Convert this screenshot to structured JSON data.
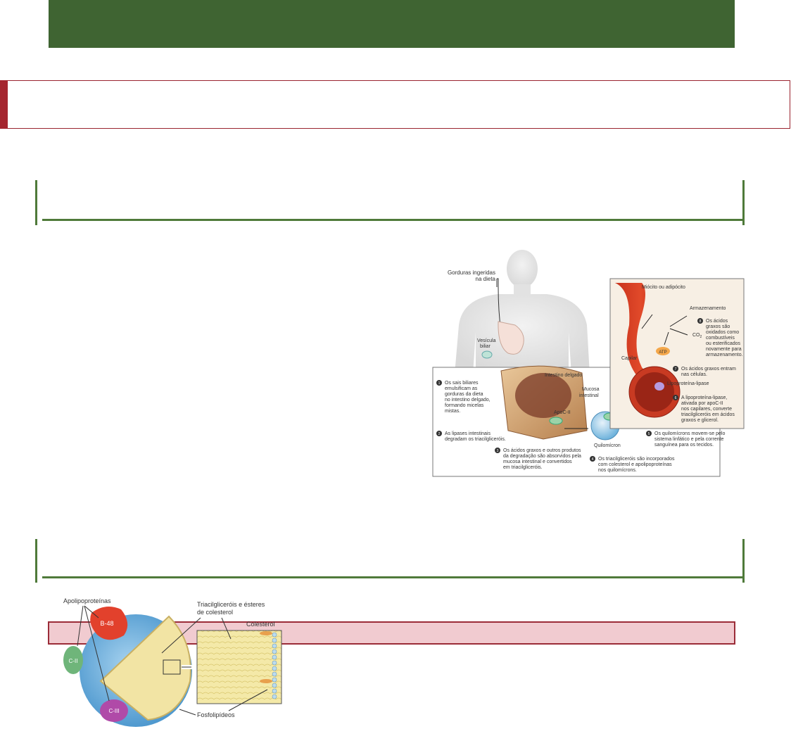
{
  "fig1": {
    "human_label_1": "Gorduras ingeridas",
    "human_label_2": "na dieta",
    "vesicula_1": "Vesícula",
    "vesicula_2": "biliar",
    "miocito": "Miócito ou adipócito",
    "armazenamento": "Armazenamento",
    "co2": "CO",
    "co2_sub": "2",
    "atp": "ATP",
    "capilar": "Capilar",
    "intestino": "Intestino delgado",
    "mucosa_1": "Mucosa",
    "mucosa_2": "intestinal",
    "apoc": "ApoC-II",
    "quilomicron": "Quilomícron",
    "lipoproteina_lipase": "Lipoproteína-lipase",
    "step1": [
      "Os sais biliares",
      "emulsificam as",
      "gorduras da dieta",
      "no intestino delgado,",
      "formando micelas",
      "mistas."
    ],
    "step2": [
      "As lipases intestinais",
      "degradam os triacilgliceróis."
    ],
    "step3": [
      "Os ácidos graxos e outros produtos",
      "da degradação são absorvidos pela",
      "mucosa intestinal e convertidos",
      "em triacilgliceróis."
    ],
    "step4": [
      "Os triacilgliceróis são incorporados",
      "com colesterol e apolipoproteínas",
      "nos quilomícrons."
    ],
    "step5": [
      "Os quilomícrons movem-se pelo",
      "sistema linfático e pela corrente",
      "sanguínea para os tecidos."
    ],
    "step6": [
      "A lipoproteína-lipase,",
      "ativada por apoC-II",
      "nos capilares, converte",
      "triacilgliceróis em ácidos",
      "graxos e glicerol."
    ],
    "step7": [
      "Os ácidos graxos entram",
      "nas células."
    ],
    "step8": [
      "Os ácidos",
      "graxos são",
      "oxidados como",
      "combustíveis",
      "ou esterificados",
      "novamente para",
      "armazenamento."
    ],
    "step_numbers": [
      "1",
      "2",
      "3",
      "4",
      "5",
      "6",
      "7",
      "8"
    ]
  },
  "fig2": {
    "apolipoproteinas": "Apolipoproteínas",
    "b48": "B-48",
    "c2": "C-II",
    "c3": "C-III",
    "triacil_1": "Triacilgliceróis e ésteres",
    "triacil_2": "de colesterol",
    "colesterol": "Colesterol",
    "fosfolipideos": "Fosfolipídeos"
  },
  "colors": {
    "banner": "#3f6432",
    "accent_red": "#a5262f",
    "section_green": "#4f7a3a",
    "highlight_fill": "#f1cbd0"
  }
}
